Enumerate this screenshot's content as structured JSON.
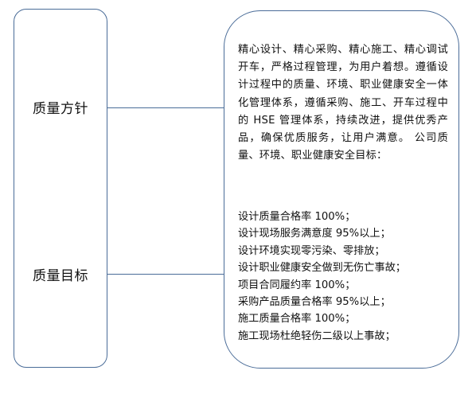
{
  "diagram": {
    "left_labels": {
      "policy": "质量方针",
      "target": "质量目标"
    },
    "policy_text": "精心设计、精心采购、精心施工、精心调试开车，严格过程管理，为用户着想。遵循设计过程中的质量、环境、职业健康安全一体化管理体系，遵循采购、施工、开车过程中的 HSE 管理体系，持续改进，提供优秀产品，确保优质服务，让用户满意。 公司质量、环境、职业健康安全目标：",
    "targets": [
      "设计质量合格率 100%；",
      "设计现场服务满意度 95%以上；",
      "设计环境实现零污染、零排放；",
      "设计职业健康安全做到无伤亡事故；",
      "项目合同履约率 100%；",
      "采购产品质量合格率 95%以上；",
      "施工质量合格率 100%；",
      "施工现场杜绝轻伤二级以上事故；"
    ]
  }
}
